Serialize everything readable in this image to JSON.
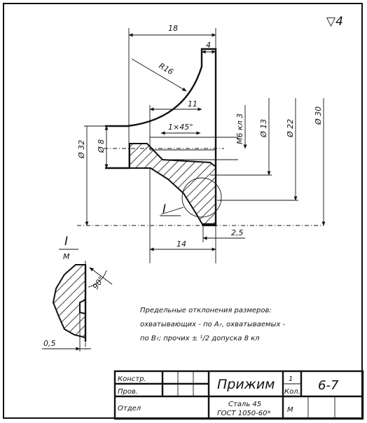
{
  "surface_mark": "▽4",
  "dimensions": {
    "d18": "18",
    "d4": "4",
    "r16": "R16",
    "d11": "11",
    "chamfer": "1×45°",
    "thread": "M6 кл 3",
    "dia13": "Ø 13",
    "dia22": "Ø 22",
    "dia30": "Ø 30",
    "dia32": "Ø 32",
    "dia8": "Ø 8",
    "d2_5": "2,5",
    "d14": "14",
    "view_ref": "I",
    "view_label_num": "I",
    "view_label_den": "M",
    "angle": "90°",
    "d0_5": "0,5"
  },
  "notes": {
    "line1": "Предельные отклонения размеров:",
    "line2": "охватывающих - по А₇, охватываемых -",
    "line3": "по B₇; прочих ± ¹/2 допуска 8 кл"
  },
  "title_block": {
    "row1_label": "Констр.",
    "row2_label": "Пров.",
    "row3_label": "Отдел",
    "part_name": "Прижим",
    "qty_value": "1",
    "qty_label": "Кол.",
    "drawing_code": "6-7",
    "material_line1": "Сталь 45",
    "material_line2": "ГОСТ 1050-60*",
    "scale_letter": "М"
  }
}
